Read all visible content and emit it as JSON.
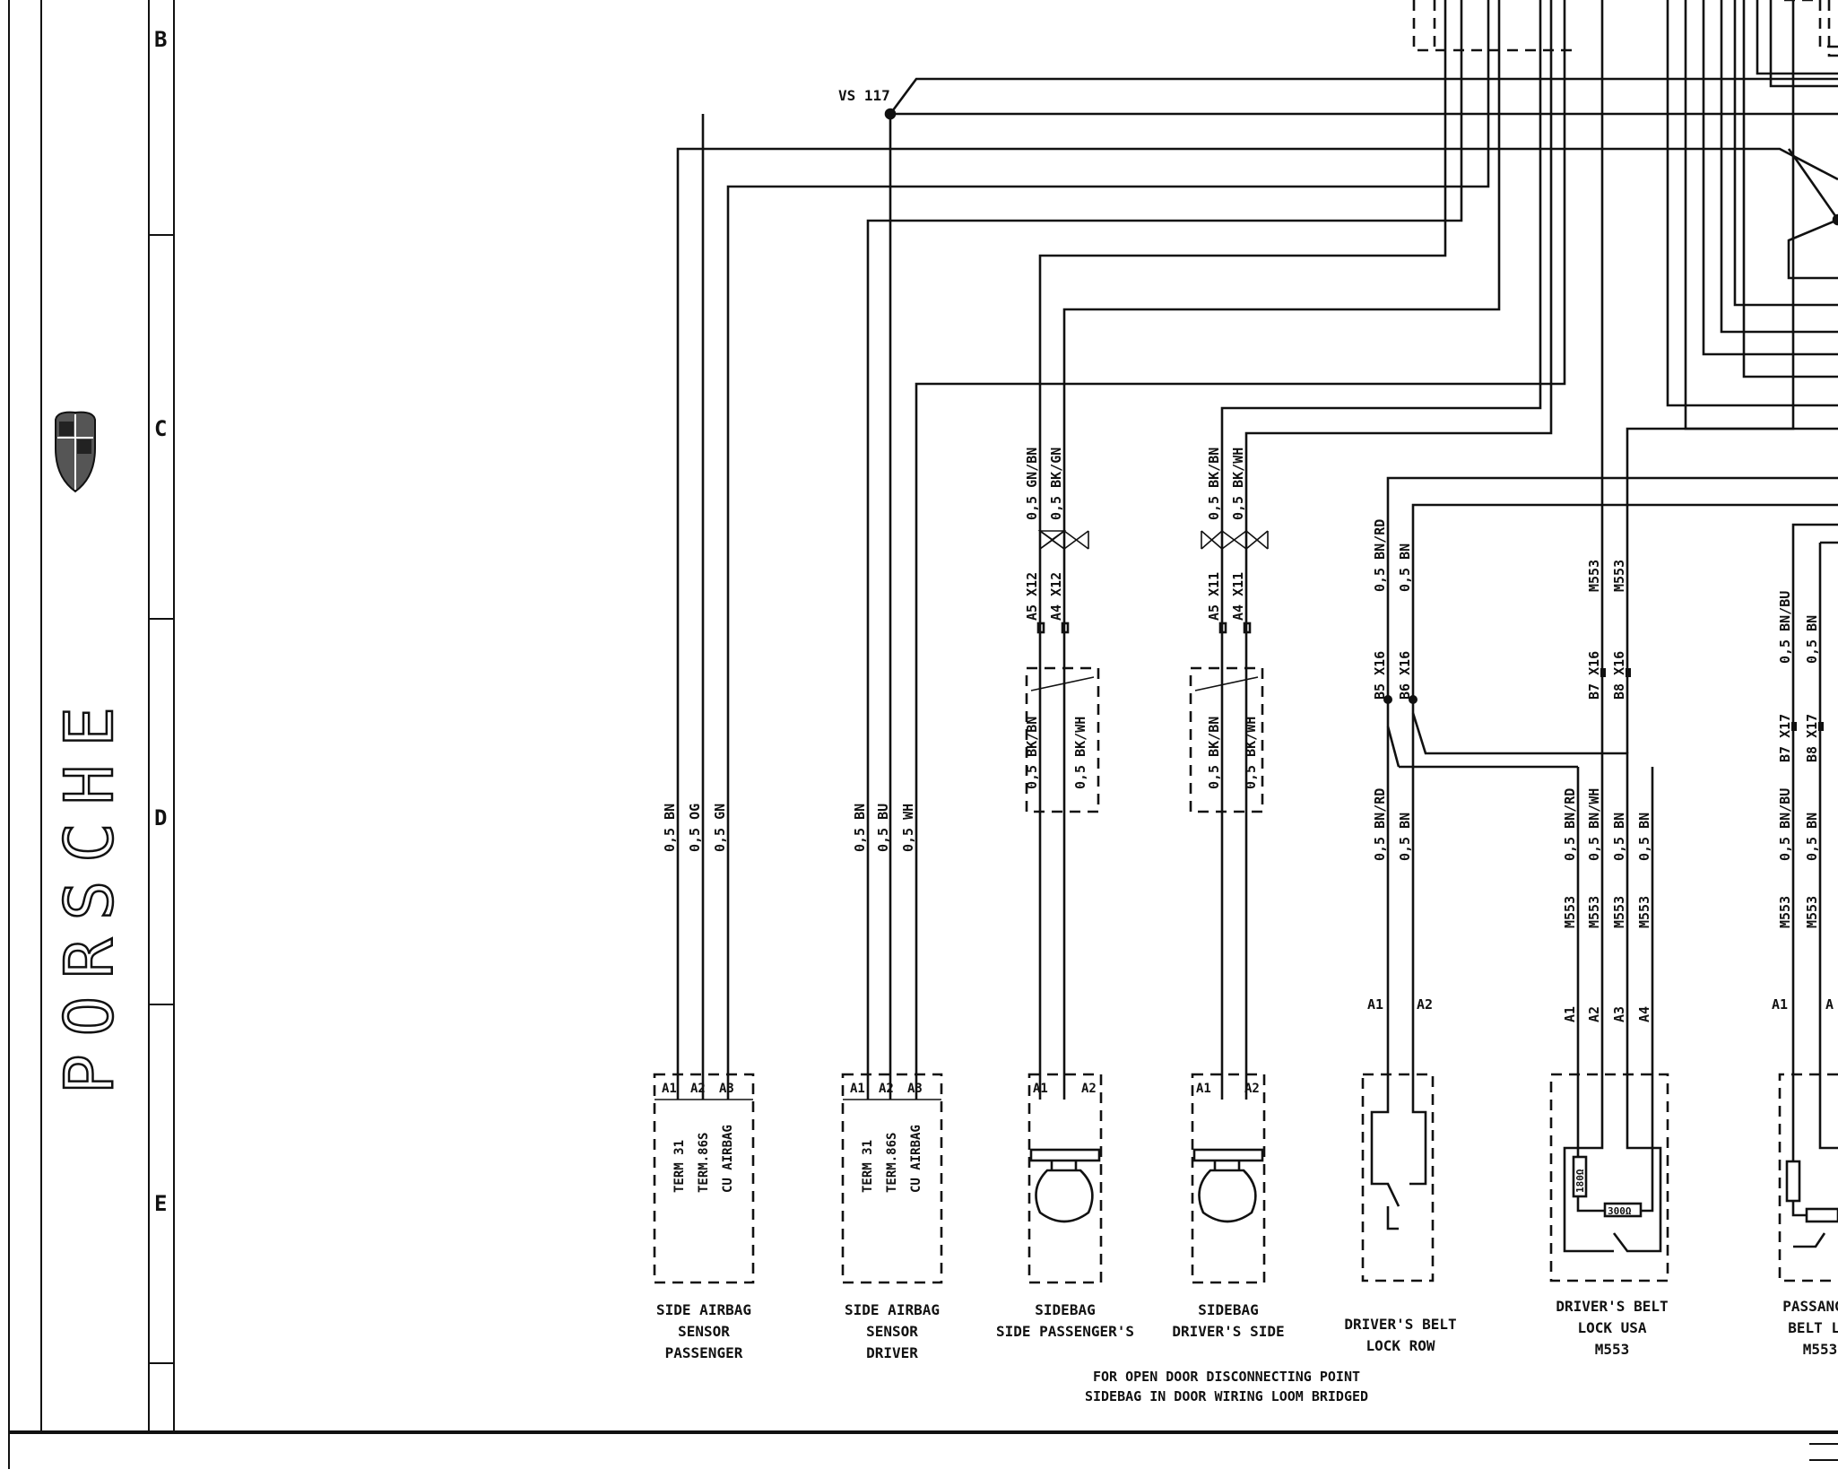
{
  "title_block": {
    "brand": "PORSCHE",
    "row_letters": [
      "B",
      "C",
      "D",
      "E"
    ]
  },
  "splice": {
    "label": "VS 117"
  },
  "wire_labels": {
    "sap": [
      "0,5 BN",
      "0,5 OG",
      "0,5 GN"
    ],
    "sad": [
      "0,5 BN",
      "0,5 BU",
      "0,5 WH"
    ],
    "sbp_top": [
      "0,5 GN/BN",
      "0,5 BK/GN"
    ],
    "sbp_conn": [
      "A5 X12",
      "A4 X12"
    ],
    "sbp_inner": [
      "0,5 BK/BN",
      "0,5 BK/WH"
    ],
    "sbd_top": [
      "0,5 BK/BN",
      "0,5 BK/WH"
    ],
    "sbd_conn": [
      "A5 X11",
      "A4 X11"
    ],
    "sbd_inner": [
      "0,5 BK/BN",
      "0,5 BK/WH"
    ],
    "dbr_top": [
      "0,5 BN/RD",
      "0,5 BN"
    ],
    "dbr_conn": [
      "B5 X16",
      "B6 X16"
    ],
    "dbr_low": [
      "0,5 BN/RD",
      "0,5 BN"
    ],
    "dbu_top": [
      "M553",
      "M553"
    ],
    "dbu_conn": [
      "B7 X16",
      "B8 X16"
    ],
    "dbu_low": [
      "0,5 BN/RD",
      "0,5 BN/WH",
      "0,5 BN",
      "0,5 BN"
    ],
    "dbu_m": [
      "M553",
      "M553",
      "M553",
      "M553"
    ],
    "pbl_top": [
      "0,5 BN/BU",
      "0,5 BN"
    ],
    "pbl_conn": [
      "B7 X17",
      "B8 X17"
    ],
    "pbl_low": [
      "0,5 BN/BU",
      "0,5 BN"
    ],
    "pbl_m": [
      "M553",
      "M553"
    ]
  },
  "pins": {
    "sensor": [
      "A1",
      "A2",
      "A3"
    ],
    "sensor_desc": [
      "TERM 31",
      "TERM.86S",
      "CU AIRBAG"
    ],
    "bag": [
      "A1",
      "A2"
    ],
    "dbr": [
      "A1",
      "A2"
    ],
    "dbu": [
      "A1",
      "A2",
      "A3",
      "A4"
    ],
    "pbl": [
      "A1",
      "A"
    ]
  },
  "resistors": {
    "r1": "180Ω",
    "r2": "300Ω"
  },
  "components": {
    "sap": [
      "SIDE AIRBAG",
      "SENSOR",
      "PASSENGER"
    ],
    "sad": [
      "SIDE AIRBAG",
      "SENSOR",
      "DRIVER"
    ],
    "sbp": [
      "SIDEBAG",
      "SIDE PASSENGER'S"
    ],
    "sbd": [
      "SIDEBAG",
      "DRIVER'S SIDE"
    ],
    "dbr": [
      "DRIVER'S BELT",
      "LOCK ROW"
    ],
    "dbu": [
      "DRIVER'S BELT",
      "LOCK USA",
      "M553"
    ],
    "pbl": [
      "PASSANG",
      "BELT LC",
      "M553"
    ]
  },
  "note": [
    "FOR OPEN DOOR  DISCONNECTING POINT",
    "SIDEBAG IN DOOR WIRING LOOM BRIDGED"
  ]
}
